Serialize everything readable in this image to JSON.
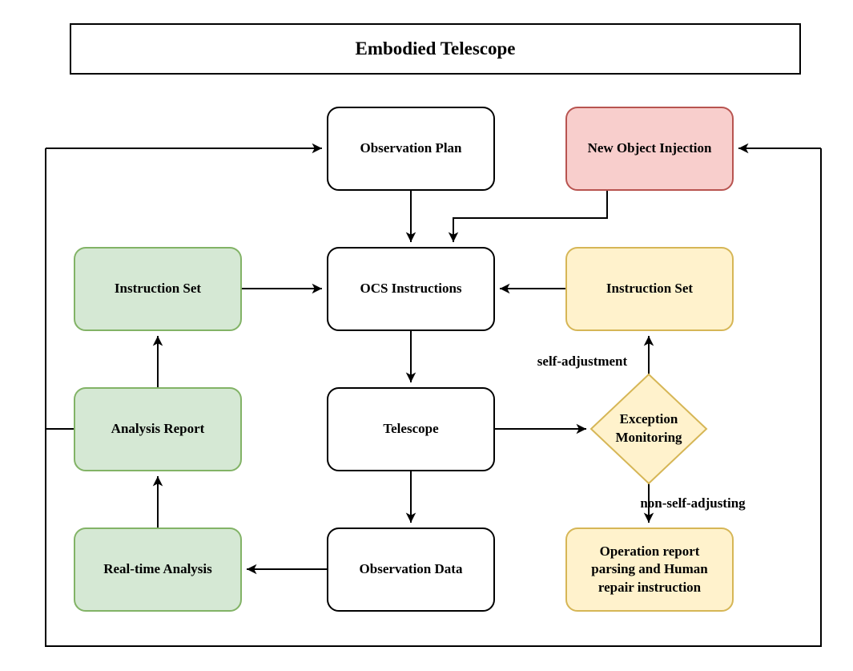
{
  "diagram_title": "Embodied Telescope",
  "nodes": [
    {
      "id": "observation-plan",
      "label": "Observation Plan",
      "style": "white"
    },
    {
      "id": "new-object-injection",
      "label": "New Object Injection",
      "style": "red"
    },
    {
      "id": "instruction-set-left",
      "label": "Instruction Set",
      "style": "green"
    },
    {
      "id": "ocs-instructions",
      "label": "OCS Instructions",
      "style": "white"
    },
    {
      "id": "instruction-set-right",
      "label": "Instruction Set",
      "style": "yellow"
    },
    {
      "id": "analysis-report",
      "label": "Analysis Report",
      "style": "green"
    },
    {
      "id": "telescope",
      "label": "Telescope",
      "style": "white"
    },
    {
      "id": "exception-monitoring",
      "label": "Exception Monitoring",
      "style": "yellow-diamond"
    },
    {
      "id": "real-time-analysis",
      "label": "Real-time Analysis",
      "style": "green"
    },
    {
      "id": "observation-data",
      "label": "Observation Data",
      "style": "white"
    },
    {
      "id": "operation-report-parsing",
      "label": "Operation report parsing and Human repair instruction",
      "style": "yellow"
    }
  ],
  "edge_labels": [
    {
      "id": "self-adjustment",
      "text": "self-adjustment"
    },
    {
      "id": "non-self-adjusting",
      "text": "non-self-adjusting"
    }
  ],
  "colors": {
    "white_fill": "#ffffff",
    "white_border": "#000000",
    "red_fill": "#f8cecc",
    "red_border": "#b85450",
    "green_fill": "#d5e8d4",
    "green_border": "#82b366",
    "yellow_fill": "#fff2cc",
    "yellow_border": "#d6b656",
    "line": "#000000",
    "text": "#000000"
  }
}
